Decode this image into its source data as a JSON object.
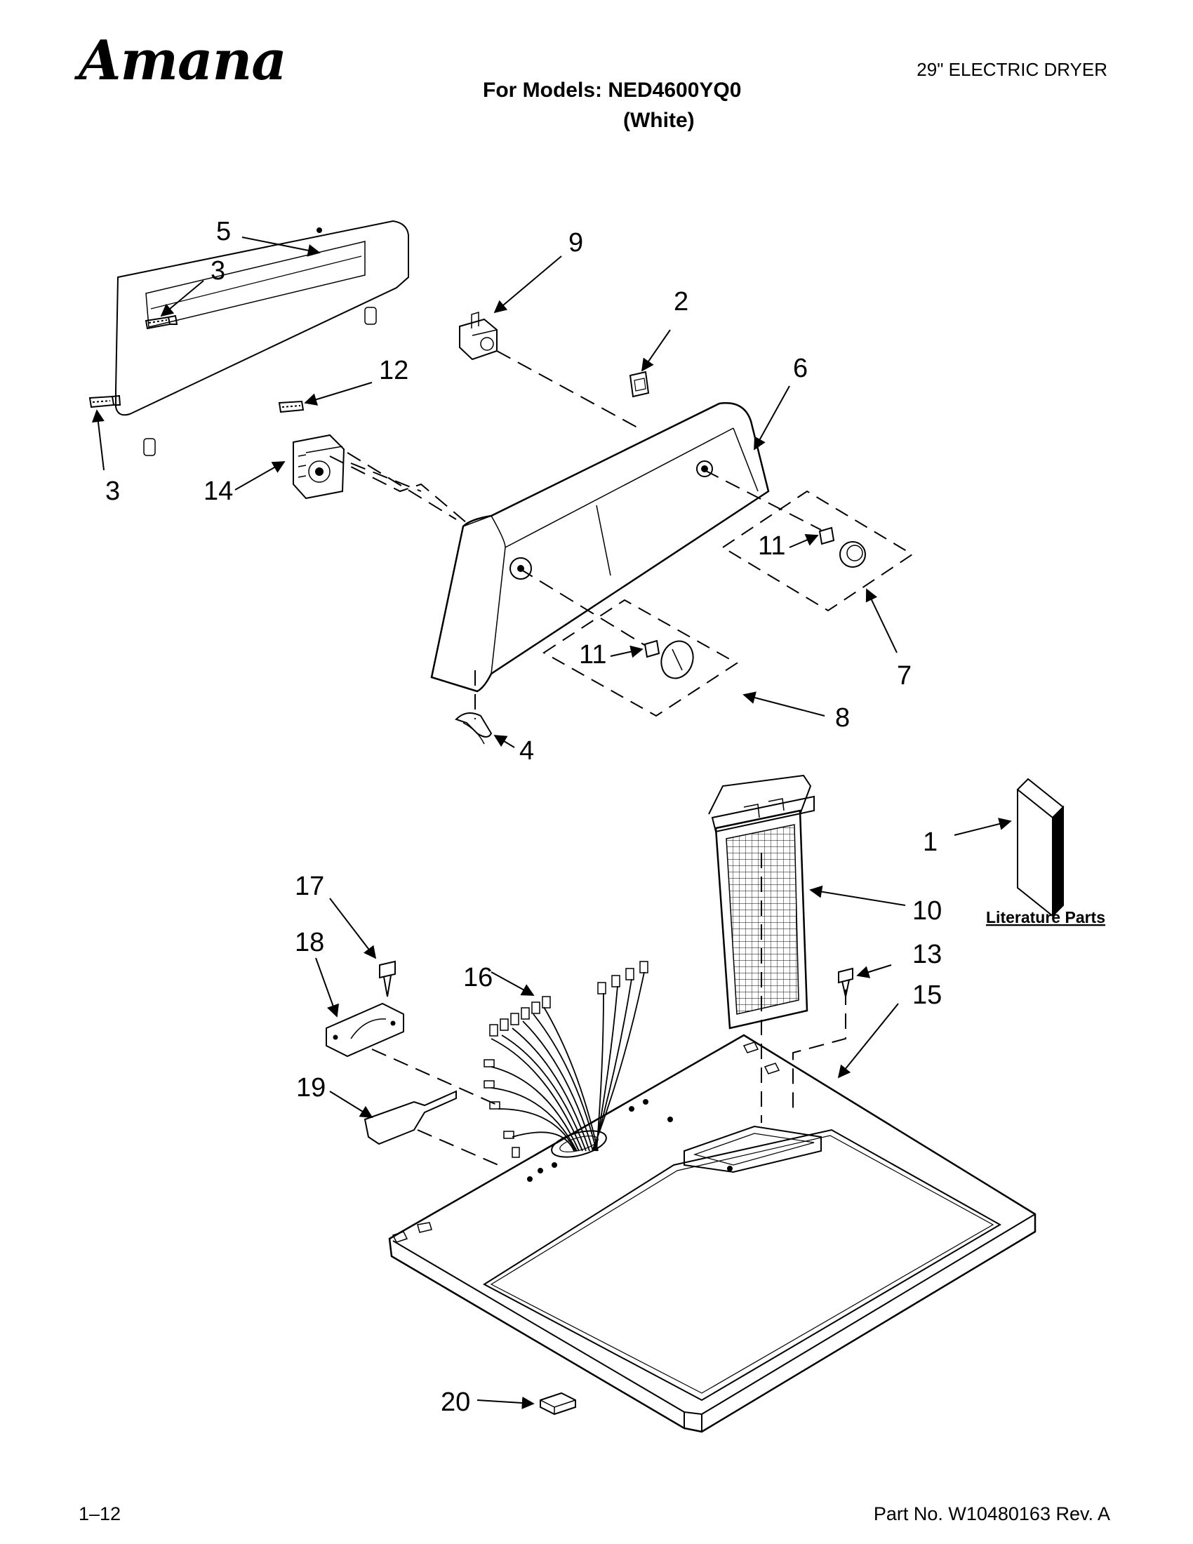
{
  "header": {
    "brand": "Amana",
    "models": "For Models: NED4600YQ0",
    "color": "(White)",
    "product_type": "29\" ELECTRIC DRYER"
  },
  "footer": {
    "page_number": "1–12",
    "part_number": "Part No. W10480163 Rev. A"
  },
  "callouts": [
    {
      "key": "c5",
      "text": "5"
    },
    {
      "key": "c3a",
      "text": "3"
    },
    {
      "key": "c3b",
      "text": "3"
    },
    {
      "key": "c9",
      "text": "9"
    },
    {
      "key": "c2",
      "text": "2"
    },
    {
      "key": "c6",
      "text": "6"
    },
    {
      "key": "c12",
      "text": "12"
    },
    {
      "key": "c14",
      "text": "14"
    },
    {
      "key": "c11a",
      "text": "11"
    },
    {
      "key": "c11b",
      "text": "11"
    },
    {
      "key": "c7",
      "text": "7"
    },
    {
      "key": "c8",
      "text": "8"
    },
    {
      "key": "c4",
      "text": "4"
    },
    {
      "key": "c1",
      "text": "1"
    },
    {
      "key": "c10",
      "text": "10"
    },
    {
      "key": "c13",
      "text": "13"
    },
    {
      "key": "c15",
      "text": "15"
    },
    {
      "key": "c16",
      "text": "16"
    },
    {
      "key": "c17",
      "text": "17"
    },
    {
      "key": "c18",
      "text": "18"
    },
    {
      "key": "c19",
      "text": "19"
    },
    {
      "key": "c20",
      "text": "20"
    }
  ],
  "literature_label": "Literature Parts"
}
